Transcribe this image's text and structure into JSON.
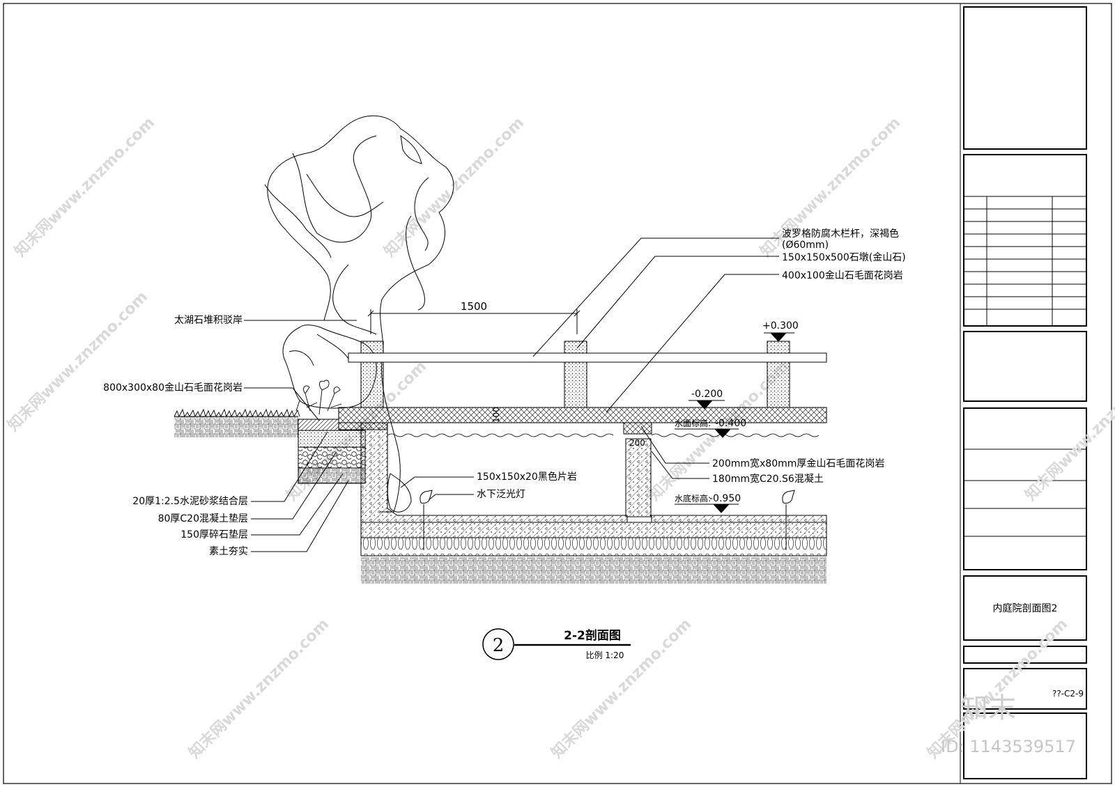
{
  "labels": {
    "handrail_1": "波罗格防腐木栏杆，深褐色",
    "handrail_2": "(Ø60mm)",
    "stone_pier": "150x150x500石墩(金山石)",
    "deck_granite": "400x100金山石毛面花岗岩",
    "taihu_rock": "太湖石堆积驳岸",
    "edge_granite": "800x300x80金山石毛面花岗岩",
    "wall_cap": "200mm宽x80mm厚金山石毛面花岗岩",
    "wall_concrete": "180mm宽C20.S6混凝土",
    "black_slate": "150x150x20黑色片岩",
    "uw_light": "水下泛光灯",
    "mortar": "20厚1:2.5水泥砂浆结合层",
    "concrete_base": "80厚C20混凝土垫层",
    "gravel": "150厚碎石垫层",
    "soil": "素土夯实"
  },
  "dimensions": {
    "span": "1500",
    "deck_thk": "100",
    "wall_w": "200",
    "elev_top": "+0.300",
    "elev_deck": "-0.200",
    "water_level_label": "水面标高:",
    "water_level": "-0.400",
    "bottom_label": "水底标高:",
    "bottom": "-0.950"
  },
  "title": {
    "number": "2",
    "name": "2-2剖面图",
    "scale": "比例 1:20"
  },
  "title_block": {
    "drawing_name": "内庭院剖面图2",
    "drawing_no": "??-C2-9"
  },
  "watermarks": {
    "site": "知末网www.znzmo.com",
    "brand": "知末",
    "id": "ID: 1143539517"
  }
}
